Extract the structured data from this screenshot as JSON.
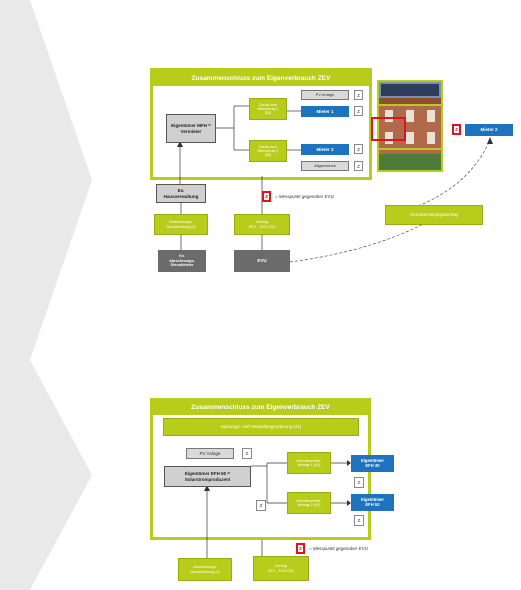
{
  "diagram_top": {
    "title": "Zusammenschluss zum Eigenverbrauch ZEV",
    "owner": "Eigentümer MFH =\nVermieter",
    "pv": "PV Anlage",
    "contract1": "Zusatz zum\nMietvertrag 1\n(30)",
    "contract2": "Zusatz zum\nMietvertrag 2\n(30)",
    "tenant1": "Mieter 1",
    "tenant3": "Mieter 3",
    "general": "Allgemeines",
    "tenant2": "Mieter 2",
    "meter_label": "Z",
    "meter_red_label": "Z",
    "meter_red_outer": "Z",
    "measure_point_note": "= Messpunkt gegenüber EVU",
    "property_mgmt": "Ev.\nHausverwaltung",
    "billing_service": "Abrechnungs-\nDienstleistung (9)",
    "billing_provider": "Ev.\nAbrechnungs-\nDienstleister",
    "contract_zev": "Vertrag\nZEV - EVU (31)",
    "evu": "EVU",
    "basic_supply": "Grundversorgungsvertrag"
  },
  "diagram_bottom": {
    "title": "Zusammenschluss zum Eigenverbrauch ZEV",
    "usage_order": "Nutzungs- und Verwaltungsordnung (41)",
    "pv": "PV Anlage",
    "owner": "Eigentümer EFH 50 =\nSolarstromproduzent",
    "servitude1": "Dienstbarkeits-\nvertrag 1 (41)",
    "servitude2": "Dienstbarkeits-\nvertrag 2 (42)",
    "owner_a": "Eigentümer\nEFH 30",
    "owner_b": "Eigentümer\nEFH 52",
    "meter_label": "Z",
    "meter_red_label": "Z",
    "measure_point_note": "= Messpunkt gegenüber EVU",
    "billing_service": "Abrechnungs-\nDienstleistung (9)",
    "contract_zev": "Vertrag\nZEV - EVU (31)"
  },
  "colors": {
    "green": "#b8cc1c",
    "blue": "#1e73be",
    "red": "#e0121b",
    "chevron": "#e9e9e9"
  }
}
